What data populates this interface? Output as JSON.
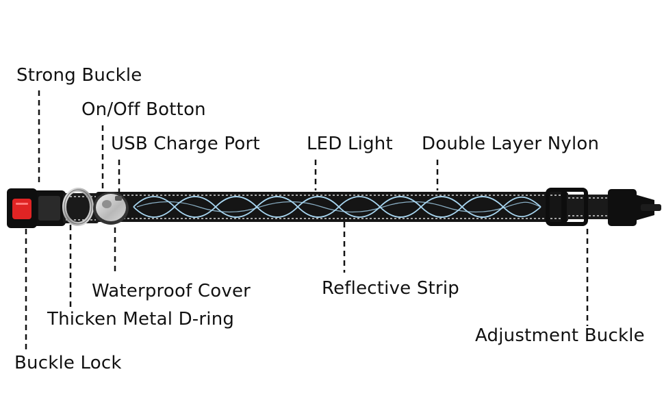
{
  "labels": {
    "strong_buckle": "Strong Buckle",
    "on_off_button": "On/Off Botton",
    "usb_charge_port": "USB Charge Port",
    "led_light": "LED Light",
    "double_layer_nylon": "Double Layer Nylon",
    "waterproof_cover": "Waterproof Cover",
    "reflective_strip": "Reflective Strip",
    "thicken_metal_d_ring": "Thicken Metal D-ring",
    "adjustment_buckle": "Adjustment Buckle",
    "buckle_lock": "Buckle Lock"
  },
  "colors": {
    "strap": "#151515",
    "reflective_stitch": "#d8d8d8",
    "led_pattern": "#a9d7f2",
    "buckle_lock": "#e02424",
    "leader_line": "#111111",
    "label_text": "#111111"
  }
}
